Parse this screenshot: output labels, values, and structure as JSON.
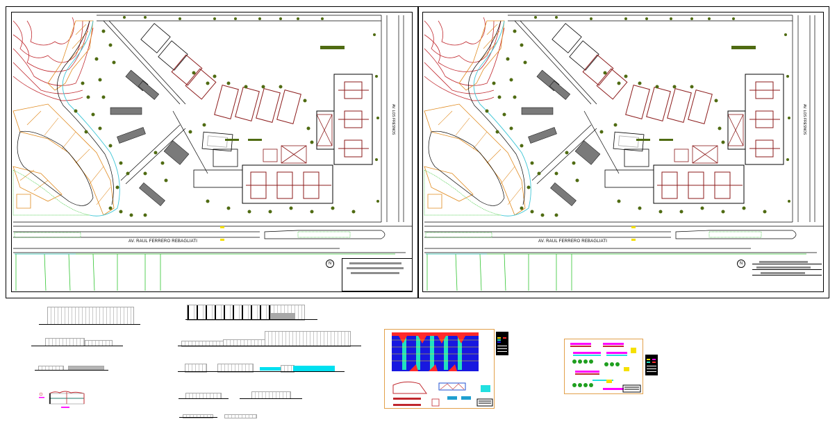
{
  "drawing": {
    "type": "CAD site plan and building elevations",
    "sheets": [
      {
        "id": "site-plan-left",
        "road_label": "AV. RAUL FERRERO REBAGLIATI",
        "side_street_label": "AV. LOS FRESNOS",
        "north_symbol": "N",
        "title_block_lines": 3
      },
      {
        "id": "site-plan-right",
        "road_label": "AV. RAUL FERRERO REBAGLIATI",
        "side_street_label": "AV. LOS FRESNOS",
        "north_symbol": "N",
        "title_block_lines": 3
      }
    ],
    "elevations": {
      "left_column_count": 4,
      "right_column_count": 5
    },
    "detail_sheets": [
      {
        "id": "structural-detail-sheet",
        "legend": "color legend table"
      },
      {
        "id": "connection-detail-sheet",
        "legend": "color legend table"
      }
    ]
  },
  "colors": {
    "contour": "#c0272d",
    "hatch": "#e08a1e",
    "tree": "#4f6b12",
    "river": "#3fc6d6",
    "grass": "#2fc42f",
    "court": "#8b1a1a",
    "line": "#000000",
    "elevation": "#a8a8a8",
    "cyan": "#00e0f0",
    "magenta": "#ff00ff",
    "frame_orange": "#e2a04a"
  }
}
